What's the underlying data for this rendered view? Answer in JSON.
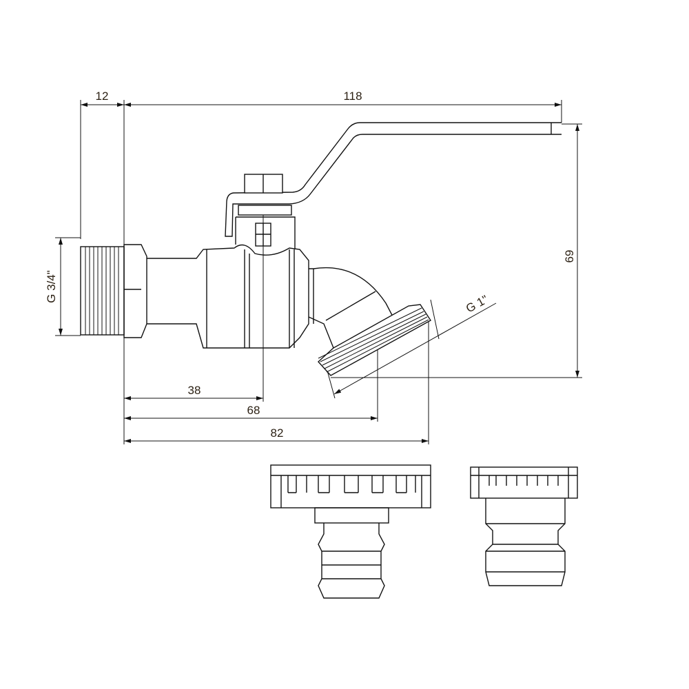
{
  "dimensions": {
    "thread_length": "12",
    "overall_length": "118",
    "height": "69",
    "inlet_thread": "G 3/4\"",
    "outlet_thread": "G 1\"",
    "axis_to_stem": "38",
    "axis_to_outlet_center": "68",
    "axis_to_outlet_edge": "82"
  }
}
